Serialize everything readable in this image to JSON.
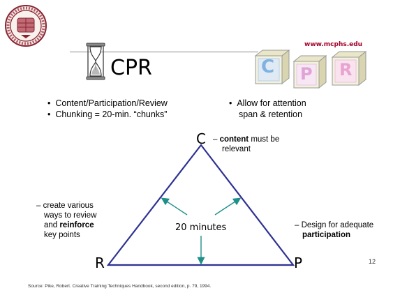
{
  "header": {
    "url": "www.mcphs.edu",
    "title": "CPR",
    "blocks": [
      "C",
      "P",
      "R"
    ]
  },
  "bullets_left": [
    "Content/Participation/Review",
    "Chunking = 20-min. “chunks”"
  ],
  "bullet_right": {
    "line1": "Allow for attention",
    "line2": "span & retention"
  },
  "diagram": {
    "vertex_top": "C",
    "vertex_left": "R",
    "vertex_right": "P",
    "center_text": "20 minutes",
    "note_content": {
      "dash": "– ",
      "bold": "content",
      "rest": " must be",
      "line2": "relevant"
    },
    "note_review": {
      "line1": "– create various",
      "line2": "ways to review",
      "line3a": "and ",
      "bold": "reinforce",
      "line4": "key points"
    },
    "note_participation": {
      "line1": "– Design for adequate",
      "bold": "participation"
    }
  },
  "footer": {
    "source": "Source:  Pike, Robert. Creative Training Techniques Handbook, second edition, p. 79, 1994.",
    "page_number": "12"
  },
  "colors": {
    "triangle": "#2e3192",
    "arrow": "#1f8f8a",
    "url": "#a3002a",
    "block_c": "#7fb2df",
    "block_p": "#e0a3d8",
    "block_r": "#e9a3d1"
  }
}
